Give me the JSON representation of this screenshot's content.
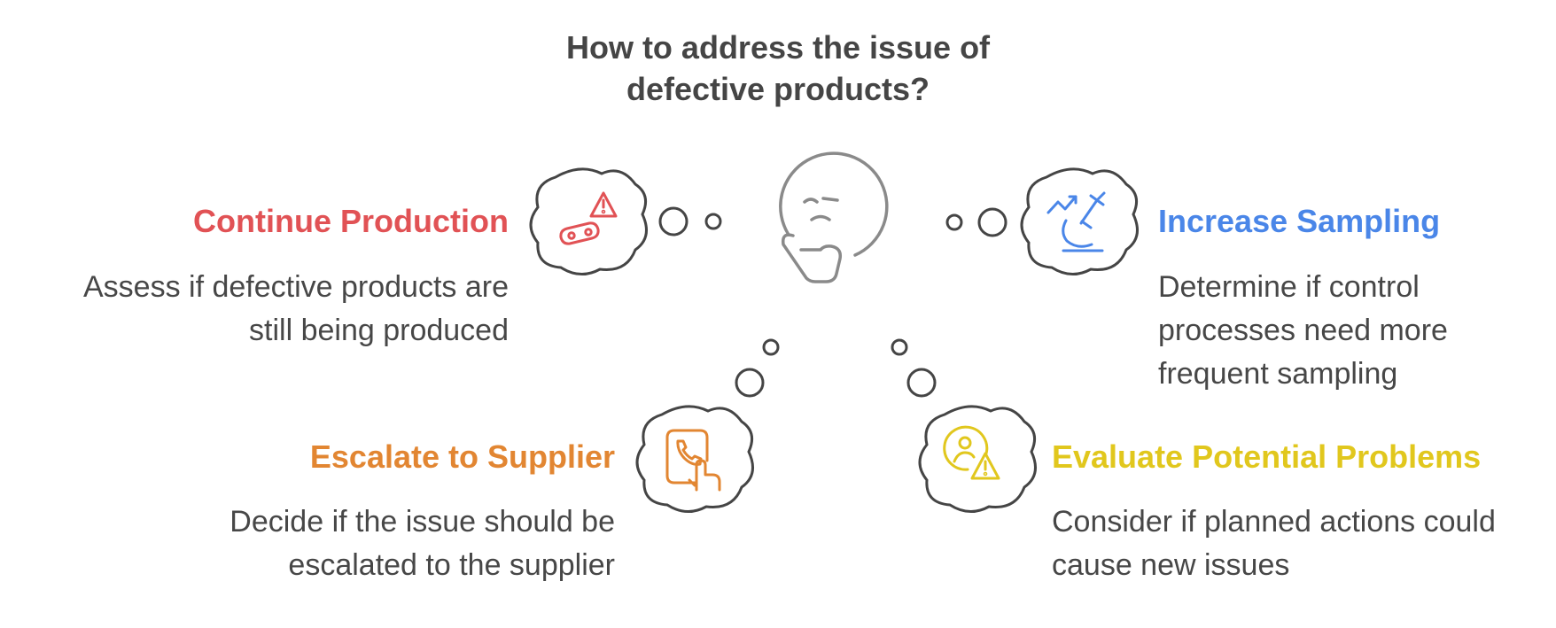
{
  "title": "How to address the issue of defective products?",
  "colors": {
    "text": "#474747",
    "continue": "#e15255",
    "increase": "#4a86e8",
    "escalate": "#e28632",
    "evaluate": "#e1c71d",
    "outline": "#454545",
    "thinker": "#8a8a8a"
  },
  "options": {
    "continue_production": {
      "heading": "Continue Production",
      "description": "Assess if defective products are still being produced",
      "icon": "conveyor-warning-icon"
    },
    "increase_sampling": {
      "heading": "Increase Sampling",
      "description": "Determine if control processes need more frequent sampling",
      "icon": "microscope-trend-icon"
    },
    "escalate_to_supplier": {
      "heading": "Escalate to Supplier",
      "description": "Decide if the issue should be escalated to the supplier",
      "icon": "phone-call-icon"
    },
    "evaluate_potential_problems": {
      "heading": "Evaluate Potential Problems",
      "description": "Consider if planned actions could cause new issues",
      "icon": "person-warning-icon"
    }
  },
  "center_icon": "thinking-face-icon"
}
